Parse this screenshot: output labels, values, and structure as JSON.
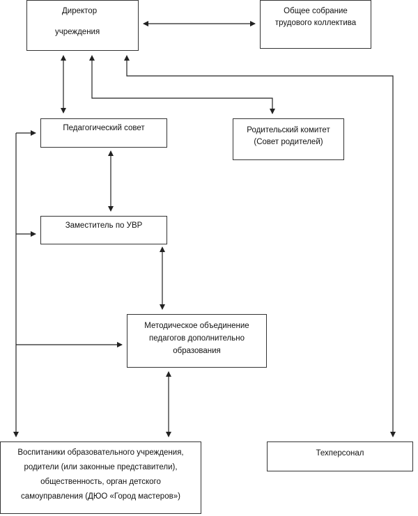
{
  "nodes": {
    "director": {
      "line1": "Директор",
      "line2": "учреждения"
    },
    "general_assembly": {
      "line1": "Общее собрание",
      "line2": "трудового коллектива"
    },
    "pedagogical_council": {
      "line1": "Педагогический совет"
    },
    "parents_committee": {
      "line1": "Родительский комитет",
      "line2": "(Совет родителей)"
    },
    "deputy": {
      "line1": "Заместитель по УВР"
    },
    "methodical_union": {
      "line1": "Методическое объединение",
      "line2": "педагогов дополнительно",
      "line3": "образования"
    },
    "pupils": {
      "line1": "Воспитаники образовательного учреждения,",
      "line2": "родители (или законные представители),",
      "line3": "общественность, орган детского",
      "line4": "самоуправления (ДЮО «Город мастеров»)"
    },
    "tech_staff": {
      "line1": "Техперсонал"
    }
  },
  "colors": {
    "line": "#222222",
    "border": "#333333"
  }
}
